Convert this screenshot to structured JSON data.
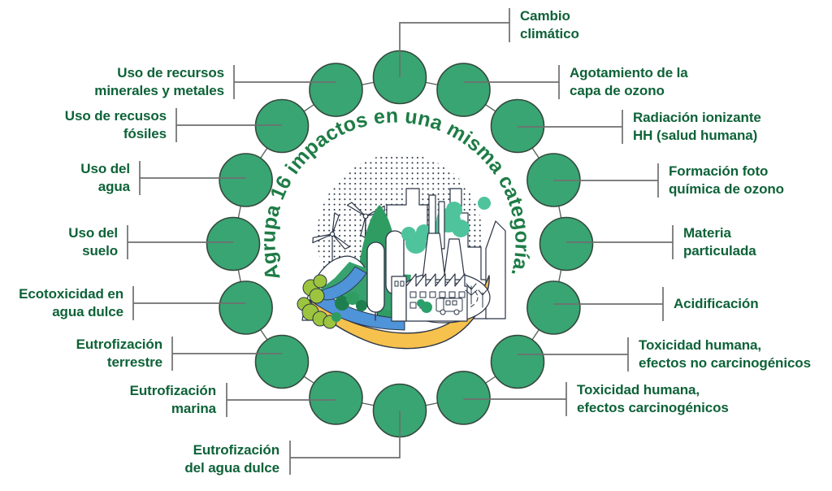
{
  "title": {
    "text": "Agrupa 16 impactos en una misma categoría."
  },
  "colors": {
    "node_fill": "#39a573",
    "node_stroke": "#34493c",
    "connector_line": "#6f6f6f",
    "label_text": "#0e6238",
    "title_text": "#1e7c46",
    "background": "#ffffff",
    "illustration_yellow": "#f6c14d",
    "illustration_water": "#4f93d8",
    "illustration_teal": "#4fc39c",
    "illustration_green_dark": "#2f9c62",
    "illustration_green": "#37a26e",
    "illustration_lime": "#9cc43e",
    "illustration_outline": "#2a3446"
  },
  "impacts": [
    {
      "name": "cambio-climatico",
      "line1": "Cambio",
      "line2": "climático"
    },
    {
      "name": "agotamiento-capa-ozono",
      "line1": "Agotamiento de la",
      "line2": "capa de ozono"
    },
    {
      "name": "radiacion-ionizante",
      "line1": "Radiación ionizante",
      "line2": "HH (salud humana)"
    },
    {
      "name": "formacion-fotoquimica-ozono",
      "line1": "Formación foto",
      "line2": "química de ozono"
    },
    {
      "name": "materia-particulada",
      "line1": "Materia",
      "line2": "particulada"
    },
    {
      "name": "acidificacion",
      "line1": "Acidificación",
      "line2": ""
    },
    {
      "name": "toxicidad-no-carcinogenicos",
      "line1": "Toxicidad humana,",
      "line2": "efectos no carcinogénicos"
    },
    {
      "name": "toxicidad-carcinogenicos",
      "line1": "Toxicidad humana,",
      "line2": "efectos carcinogénicos"
    },
    {
      "name": "eutrofizacion-agua-dulce",
      "line1": "Eutrofización",
      "line2": "del agua dulce"
    },
    {
      "name": "eutrofizacion-marina",
      "line1": "Eutrofización",
      "line2": "marina"
    },
    {
      "name": "eutrofizacion-terrestre",
      "line1": "Eutrofización",
      "line2": "terrestre"
    },
    {
      "name": "ecotoxicidad-agua-dulce",
      "line1": "Ecotoxicidad en",
      "line2": "agua dulce"
    },
    {
      "name": "uso-del-suelo",
      "line1": "Uso del",
      "line2": "suelo"
    },
    {
      "name": "uso-del-agua",
      "line1": "Uso del",
      "line2": "agua"
    },
    {
      "name": "uso-recusos-fosiles",
      "line1": "Uso de recusos",
      "line2": "fósiles"
    },
    {
      "name": "uso-recursos-minerales",
      "line1": "Uso de recursos",
      "line2": "minerales y metales"
    }
  ]
}
